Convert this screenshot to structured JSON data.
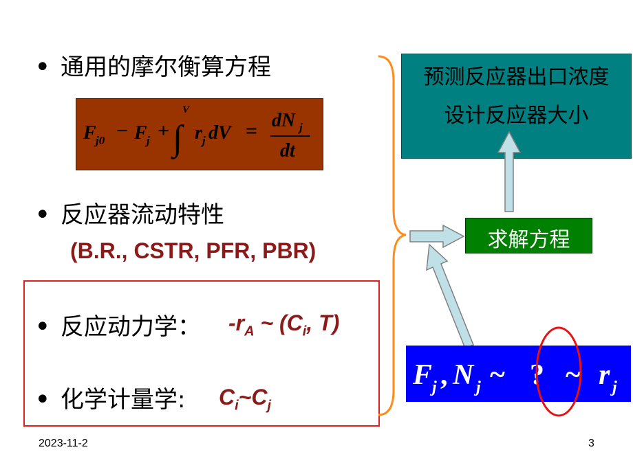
{
  "slide": {
    "bullets": [
      {
        "marker": "•",
        "text": "通用的摩尔衡算方程"
      },
      {
        "marker": "•",
        "text": "反应器流动特性"
      },
      {
        "marker": "•",
        "text": "反应动力学："
      },
      {
        "marker": "•",
        "text": "化学计量学:"
      }
    ],
    "reactor_types": "(B.R., CSTR, PFR, PBR)",
    "kinetics_expr": "-rA ~ (Ci, T)",
    "stoich_expr": "Ci~Cj",
    "equation": "Fj0 − Fj + ∫^V rj dV = dNj / dt",
    "prediction_lines": [
      "预测反应器出口浓度",
      "设计反应器大小"
    ],
    "solve_label": "求解方程",
    "relation": "Fj , Nj ~ ? ~ rj"
  },
  "footer": {
    "date": "2023-11-2",
    "page": "3"
  },
  "colors": {
    "equation_bg": "#993300",
    "prediction_bg": "#008080",
    "solve_bg": "#008000",
    "relation_bg": "#0000ff",
    "accent_red": "#8b1a1a",
    "brace": "#ff8c1a",
    "arrow_fill": "#bfe0e6"
  }
}
